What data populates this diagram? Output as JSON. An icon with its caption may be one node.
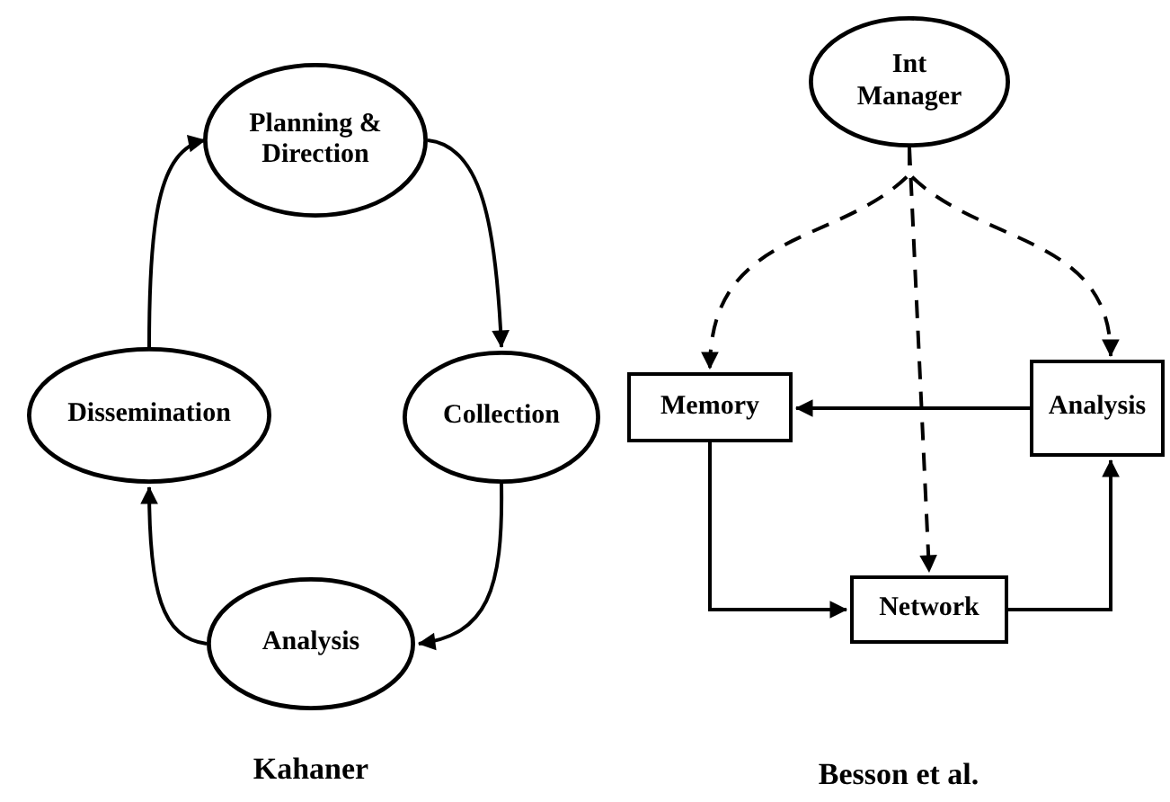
{
  "diagram": {
    "nodes": [
      {
        "text": [
          "Planning & Direction"
        ]
      },
      {
        "text": [
          "Dissemination"
        ]
      },
      {
        "text": [
          "Collection"
        ]
      },
      {
        "text": [
          "Analysis"
        ]
      },
      {
        "text": [
          "Int Manager"
        ]
      },
      {
        "text": [
          "Memory"
        ]
      },
      {
        "text": [
          "Analysis"
        ]
      },
      {
        "text": [
          "Network"
        ]
      }
    ],
    "edges": [
      {
        "from": 0,
        "to": 2,
        "arrow": "to"
      },
      {
        "from": 2,
        "to": 3,
        "arrow": "to"
      },
      {
        "from": 3,
        "to": 1,
        "arrow": "to"
      },
      {
        "from": 1,
        "to": 0,
        "arrow": "to"
      },
      {
        "from": 4,
        "to": 5,
        "arrow": "to",
        "style": "dashed"
      },
      {
        "from": 4,
        "to": 7,
        "arrow": "to",
        "style": "dashed"
      },
      {
        "from": 4,
        "to": 6,
        "arrow": "to",
        "style": "dashed"
      },
      {
        "from": 6,
        "to": 5,
        "arrow": "to"
      },
      {
        "from": 5,
        "to": 7,
        "arrow": "to"
      },
      {
        "from": 7,
        "to": 6,
        "arrow": "to"
      }
    ],
    "labels": [
      "Kahaner",
      "Besson et al."
    ]
  }
}
